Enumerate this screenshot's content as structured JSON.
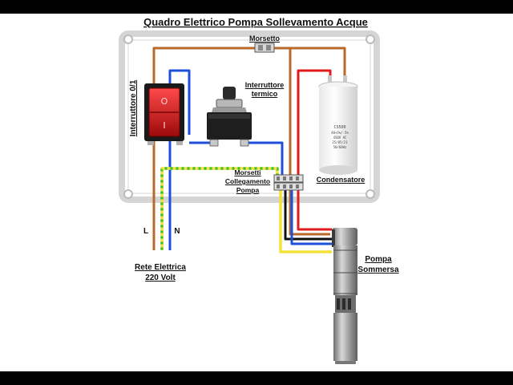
{
  "title": "Quadro Elettrico Pompa Sollevamento Acque",
  "labels": {
    "morsetto": "Morsetto",
    "interruttore_01": "Interruttore 0/1",
    "interruttore_termico_line1": "Interruttore",
    "interruttore_termico_line2": "termico",
    "condensatore": "Condensatore",
    "morsetti_line1": "Morsetti",
    "morsetti_line2": "Collegamento",
    "morsetti_line3": "Pompa",
    "wire_L": "L",
    "wire_N": "N",
    "rete_line1": "Rete Elettrica",
    "rete_line2": "220 Volt",
    "pompa_line1": "Pompa",
    "pompa_line2": "Sommersa"
  },
  "switch_symbols": {
    "on": "I",
    "off": "O"
  },
  "capacitor_text": [
    "CS500",
    "40+5%/-5%",
    "450V AC",
    "25/85/21",
    "50/60Hz"
  ],
  "colors": {
    "wire_brown": "#b8692a",
    "wire_blue": "#1f4fd8",
    "wire_red": "#e11b1b",
    "wire_black": "#111111",
    "wire_yellow": "#f2e23a",
    "wire_earth_green": "#3fbf2a",
    "switch_red": "#d41616",
    "panel_border": "#d5d5d5",
    "pump_body": "#9a9a9a"
  }
}
